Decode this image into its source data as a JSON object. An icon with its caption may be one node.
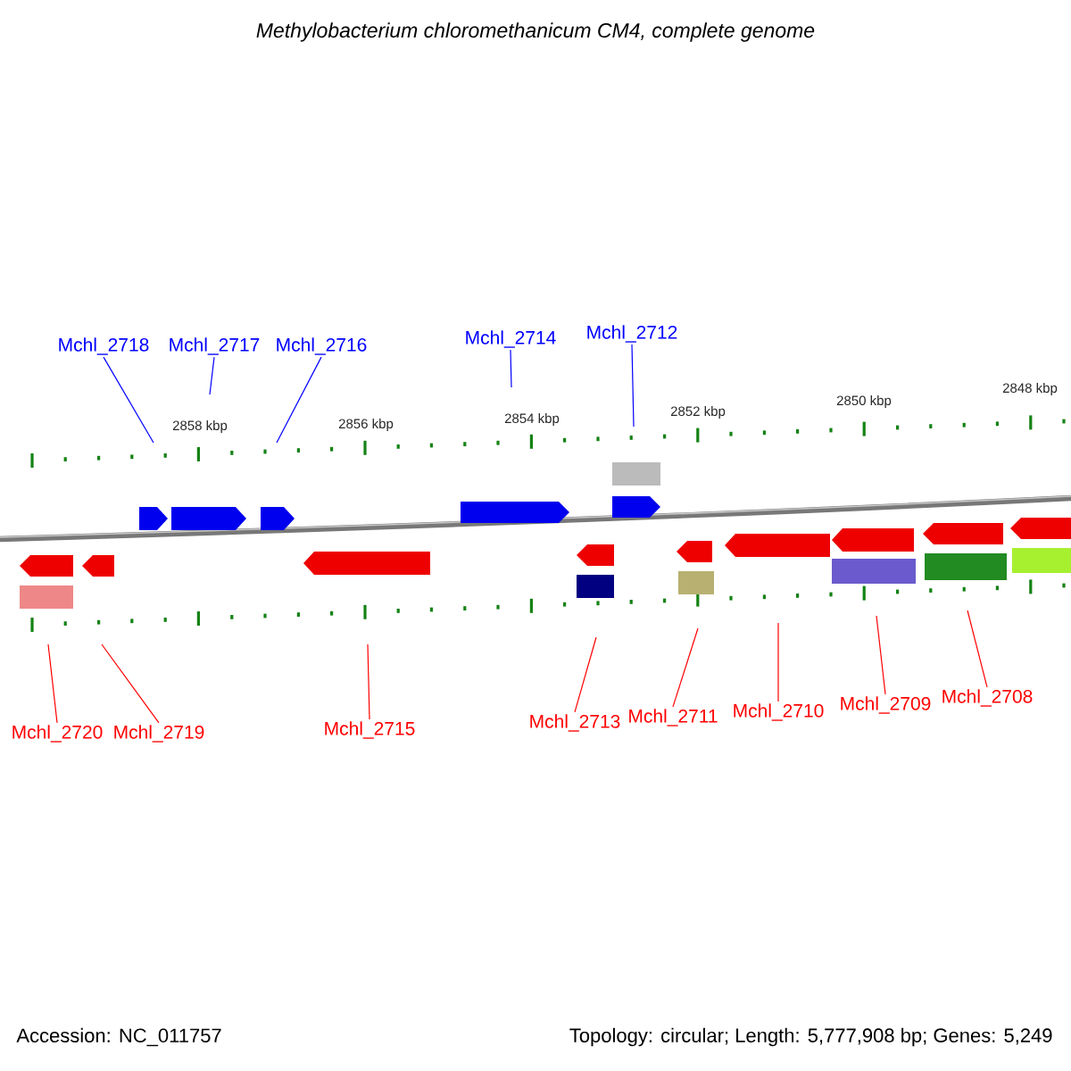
{
  "diagram": {
    "title": "Methylobacterium chloromethanicum CM4, complete genome",
    "nodes": [
      {
        "text": [
          "Mchl_2718"
        ]
      },
      {
        "text": [
          "Mchl_2717"
        ]
      },
      {
        "text": [
          "Mchl_2716"
        ]
      },
      {
        "text": [
          "Mchl_2714"
        ]
      },
      {
        "text": [
          "Mchl_2712"
        ]
      },
      {
        "text": [
          "Mchl_2720"
        ]
      },
      {
        "text": [
          "Mchl_2719"
        ]
      },
      {
        "text": [
          "Mchl_2715"
        ]
      },
      {
        "text": [
          "Mchl_2713"
        ]
      },
      {
        "text": [
          "Mchl_2711"
        ]
      },
      {
        "text": [
          "Mchl_2710"
        ]
      },
      {
        "text": [
          "Mchl_2709"
        ]
      },
      {
        "text": [
          "Mchl_2708"
        ]
      }
    ],
    "edges": [
      {
        "from": 0,
        "to": null,
        "arrow": "none",
        "color": "#0000ff"
      },
      {
        "from": 1,
        "to": null,
        "arrow": "none",
        "color": "#0000ff"
      },
      {
        "from": 2,
        "to": null,
        "arrow": "none",
        "color": "#0000ff"
      },
      {
        "from": 3,
        "to": null,
        "arrow": "none",
        "color": "#0000ff"
      },
      {
        "from": 4,
        "to": null,
        "arrow": "none",
        "color": "#0000ff"
      },
      {
        "from": 5,
        "to": null,
        "arrow": "none"
      },
      {
        "from": 6,
        "to": null,
        "arrow": "none"
      },
      {
        "from": 7,
        "to": null,
        "arrow": "none"
      },
      {
        "from": 8,
        "to": null,
        "arrow": "none"
      },
      {
        "from": 9,
        "to": null,
        "arrow": "none"
      },
      {
        "from": 10,
        "to": null,
        "arrow": "none"
      },
      {
        "from": 11,
        "to": null,
        "arrow": "none"
      },
      {
        "from": 12,
        "to": null,
        "arrow": "none"
      }
    ],
    "labels": [
      "2858 kbp",
      "2856 kbp",
      "2854 kbp",
      "2852 kbp",
      "2850 kbp",
      "2848 kbp",
      "Accession: NC_011757",
      "Topology: circular; Length: 5,777,908 bp; Genes: 5,249"
    ]
  }
}
